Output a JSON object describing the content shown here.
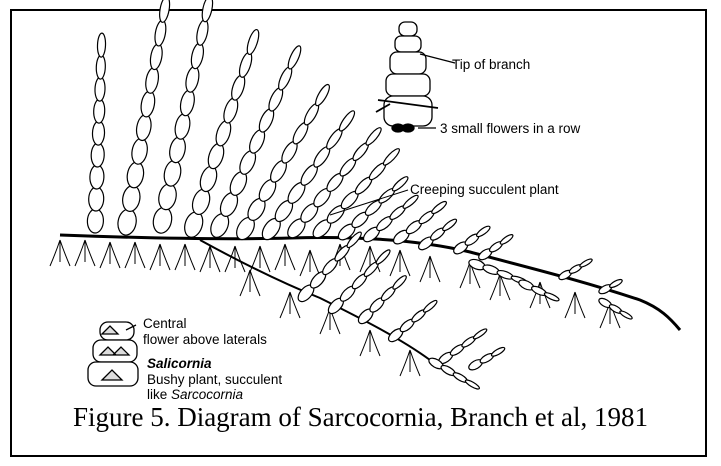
{
  "labels": {
    "tip_of_branch": "Tip of branch",
    "small_flowers": "3 small flowers in a row",
    "creeping_plant": "Creeping succulent plant",
    "central_flower_line1": "Central",
    "central_flower_line2": "flower above laterals",
    "salicornia_name": "Salicornia",
    "salicornia_desc1": "Bushy plant, succulent",
    "salicornia_desc2_prefix": "like ",
    "salicornia_desc2_italic": "Sarcocornia"
  },
  "caption": "Figure 5. Diagram of Sarcocornia, Branch et al, 1981"
}
